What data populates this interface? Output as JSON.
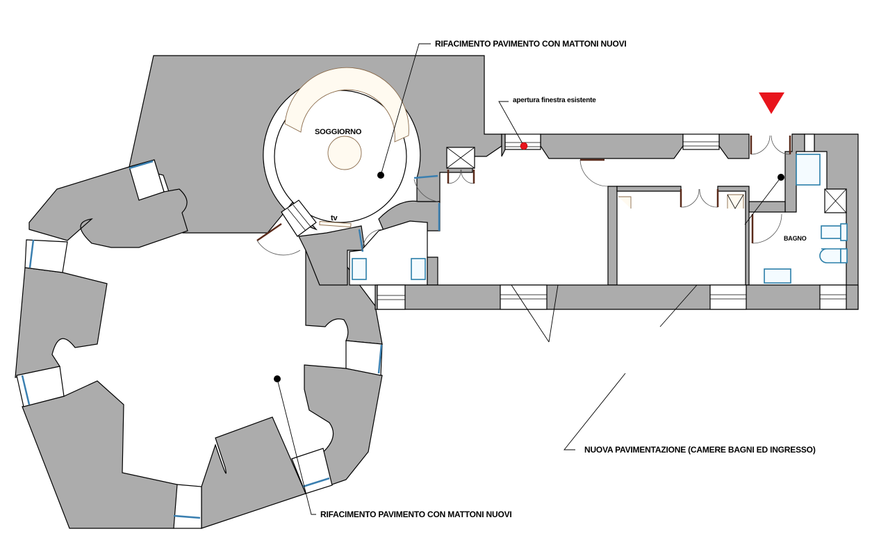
{
  "drawing": {
    "type": "architectural floor plan",
    "colors": {
      "wall_fill": "#acacac",
      "window_glass": "#3a7fb0",
      "door_leaf": "#5a2a1a",
      "marker_red": "#e8141c",
      "annotation_dot": "#000000"
    }
  },
  "rooms": {
    "living_room": "SOGGIORNO",
    "tv": "tv",
    "bathroom": "BAGNO"
  },
  "annotations": {
    "top_note": "RIFACIMENTO PAVIMENTO CON MATTONI NUOVI",
    "window_note": "apertura finestra esistente",
    "new_flooring_note": "NUOVA PAVIMENTAZIONE (CAMERE BAGNI ED INGRESSO)",
    "bottom_note": "RIFACIMENTO PAVIMENTO CON MATTONI NUOVI"
  },
  "markers": {
    "entrance_marker": "red-triangle-down",
    "window_marker": "red-dot"
  }
}
